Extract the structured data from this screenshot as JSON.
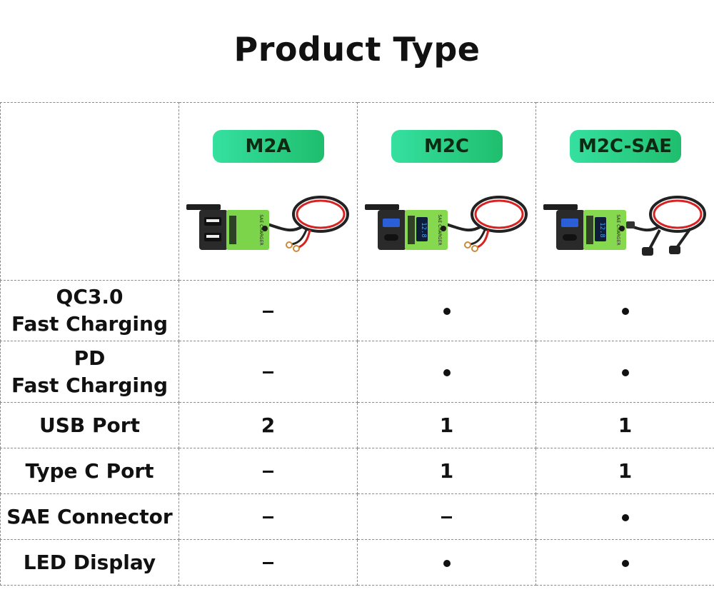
{
  "title": "Product Type",
  "products": [
    {
      "name": "M2A",
      "icon": "dual-usb-charger-image",
      "color": "#7bd44a",
      "has_screen": false,
      "sae": false
    },
    {
      "name": "M2C",
      "icon": "usb-typec-charger-image",
      "color": "#86d84e",
      "has_screen": true,
      "screen_text": "12.8",
      "sae": false
    },
    {
      "name": "M2C-SAE",
      "icon": "usb-typec-sae-charger-image",
      "color": "#86d84e",
      "has_screen": true,
      "screen_text": "12.8",
      "sae": true
    }
  ],
  "device_label": "SAE CHARGER",
  "rows": [
    {
      "label": "QC3.0\nFast Charging",
      "values": [
        "dash",
        "dot",
        "dot"
      ]
    },
    {
      "label": "PD\nFast Charging",
      "values": [
        "dash",
        "dot",
        "dot"
      ]
    },
    {
      "label": "USB Port",
      "values": [
        "2",
        "1",
        "1"
      ]
    },
    {
      "label": "Type C Port",
      "values": [
        "dash",
        "1",
        "1"
      ]
    },
    {
      "label": "SAE Connector",
      "values": [
        "dash",
        "dash",
        "dot"
      ]
    },
    {
      "label": "LED Display",
      "values": [
        "dash",
        "dot",
        "dot"
      ]
    }
  ]
}
